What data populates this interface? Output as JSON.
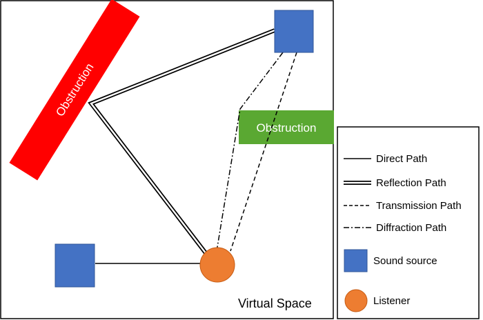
{
  "scene": {
    "space_label": "Virtual Space",
    "obstruction_red_label": "Obstruction",
    "obstruction_green_label": "Obstruction"
  },
  "legend": {
    "direct": "Direct Path",
    "reflection": "Reflection Path",
    "transmission": "Transmission Path",
    "diffraction": "Diffraction Path",
    "source": "Sound source",
    "listener": "Listener"
  },
  "colors": {
    "obstruction_red": "#ff0000",
    "obstruction_green": "#5aa832",
    "source_blue": "#4472c4",
    "listener_orange": "#ed7d31"
  }
}
